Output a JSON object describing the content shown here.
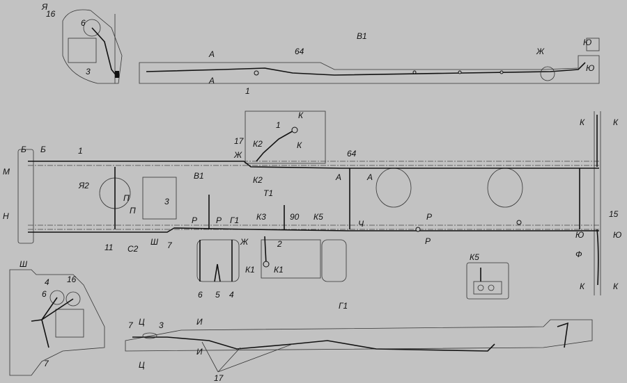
{
  "title": "Chassis wiring harness layout",
  "insets": {
    "ya": {
      "name": "Я",
      "callouts": [
        "16",
        "6",
        "3"
      ]
    },
    "sh": {
      "name": "Ш",
      "callouts": [
        "4",
        "16",
        "6",
        "7"
      ]
    },
    "k5": {
      "name": "К5"
    }
  },
  "views": {
    "v1": {
      "name": "В1",
      "section_a1": "А",
      "section_a2": "А",
      "harness": "64",
      "item": "1",
      "zh": "Ж",
      "yu1": "Ю",
      "yu2": "Ю"
    },
    "g1": {
      "name": "Г1",
      "item7": "7",
      "ts1": "Ц",
      "item3": "3",
      "ts2": "Ц",
      "i1": "И",
      "i2": "И",
      "item17": "17"
    }
  },
  "main": {
    "b1": "Б",
    "b2": "Б",
    "harness1": "1",
    "m": "М",
    "n": "Н",
    "ya2": "Я2",
    "p1": "П",
    "p2": "П",
    "item3": "3",
    "v1": "В1",
    "r1": "Р",
    "r2": "Р",
    "g1": "Г1",
    "item11": "11",
    "c2": "С2",
    "sh": "Ш",
    "item7": "7",
    "zh2": "Ж",
    "k3": "К3",
    "item90": "90",
    "k5": "К5",
    "item2": "2",
    "k1a": "К1",
    "k1b": "К1",
    "t1": "Т1",
    "k2a": "К2",
    "k2b": "К2",
    "item17": "17",
    "zh1": "Ж",
    "ka": "К",
    "item1b": "1",
    "kb": "К",
    "harness64": "64",
    "a1": "А",
    "a2": "А",
    "ch": "Ч",
    "r3": "Р",
    "r4": "Р",
    "item6": "6",
    "item5": "5",
    "item4": "4",
    "rk1": "К",
    "rk2": "К",
    "item15": "15",
    "ryu1": "Ю",
    "ryu2": "Ю",
    "f": "Ф",
    "rk3": "К",
    "rk4": "К"
  }
}
